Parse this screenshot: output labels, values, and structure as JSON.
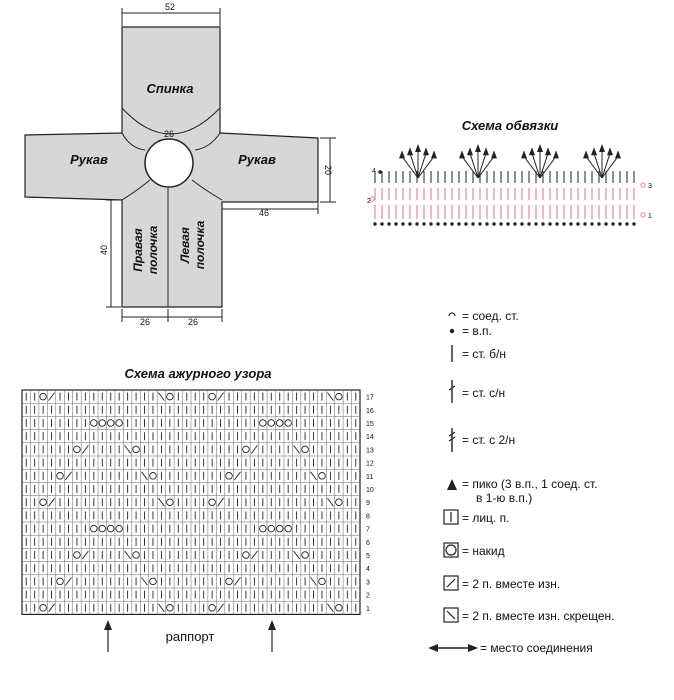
{
  "garment": {
    "width_top": "52",
    "back": "Спинка",
    "sleeve_left": "Рукав",
    "sleeve_right": "Рукав",
    "neck": "26",
    "sleeve_height": "20",
    "sleeve_length": "46",
    "front_right": [
      "Правая",
      "полочка"
    ],
    "front_left": [
      "Левая",
      "полочка"
    ],
    "front_height": "40",
    "front_width_left": "26",
    "front_width_right": "26"
  },
  "edging": {
    "title": "Схема обвязки",
    "rows_left": [
      "4",
      "2"
    ],
    "rows_right": [
      "3",
      "1"
    ]
  },
  "lace": {
    "title": "Схема ажурного узора",
    "row_numbers": [
      "1",
      "2",
      "3",
      "4",
      "5",
      "6",
      "7",
      "8",
      "9",
      "10",
      "11",
      "12",
      "13",
      "14",
      "15",
      "16",
      "17"
    ],
    "repeat_label": "раппорт"
  },
  "legend": {
    "items": [
      {
        "icon": "slip-stitch",
        "text": "= соед. ст."
      },
      {
        "icon": "chain",
        "text": "= в.п."
      },
      {
        "icon": "single-crochet",
        "text": "= ст. б/н"
      },
      {
        "icon": "double-crochet",
        "text": "= ст. с/н"
      },
      {
        "icon": "treble-crochet",
        "text": "= ст. с 2/н"
      },
      {
        "icon": "picot",
        "text": "= пико (3 в.п., 1 соед. ст.",
        "text2": "в 1-ю в.п.)"
      },
      {
        "icon": "knit",
        "text": "= лиц. п."
      },
      {
        "icon": "yarn-over",
        "text": "= накид"
      },
      {
        "icon": "k2tog",
        "text": "= 2 п. вместе изн."
      },
      {
        "icon": "k2tog-crossed",
        "text": "= 2 п. вместе изн. скрещен."
      },
      {
        "icon": "join-arrow",
        "text": "= место соединения"
      }
    ]
  },
  "colors": {
    "piece_fill": "#d7d7d7",
    "line": "#222222",
    "edging_pink": "#e1879f"
  }
}
